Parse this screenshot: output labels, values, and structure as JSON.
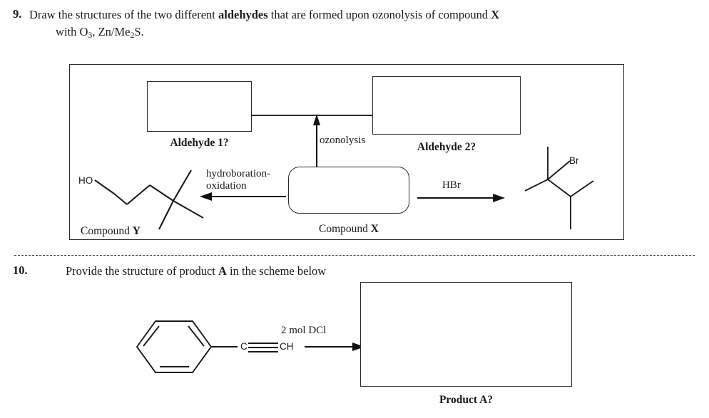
{
  "questions": [
    {
      "number": "9.",
      "line1_pre": "Draw the structures of the two different ",
      "line1_bold": "aldehydes",
      "line1_mid": " that are formed upon ozonolysis of compound ",
      "line1_boldend": "X",
      "line2_pre": "with O",
      "line2_sub1": "3",
      "line2_mid": ", Zn/Me",
      "line2_sub2": "2",
      "line2_end": "S."
    },
    {
      "number": "10.",
      "text_pre": "Provide the structure of product ",
      "text_bold": "A",
      "text_post": " in the scheme below"
    }
  ],
  "scheme9": {
    "aldehyde1_caption": "Aldehyde 1?",
    "aldehyde2_caption": "Aldehyde 2?",
    "ozonolysis_label": "ozonolysis",
    "hydroboration_line1": "hydroboration-",
    "hydroboration_line2": "oxidation",
    "hbr_label": "HBr",
    "compound_y_caption_pre": "Compound ",
    "compound_y_caption_bold": "Y",
    "compound_x_caption_pre": "Compound ",
    "compound_x_caption_bold": "X",
    "compound_y_oh_label": "HO",
    "bromide_br_label": "Br"
  },
  "scheme10": {
    "reagent_label": "2 mol DCl",
    "alkyne_c_label": "C",
    "alkyne_ch_label": "CH",
    "product_caption": "Product A?"
  },
  "colors": {
    "ink": "#1a1a1a",
    "line": "#2b2b2b",
    "background": "#ffffff"
  }
}
